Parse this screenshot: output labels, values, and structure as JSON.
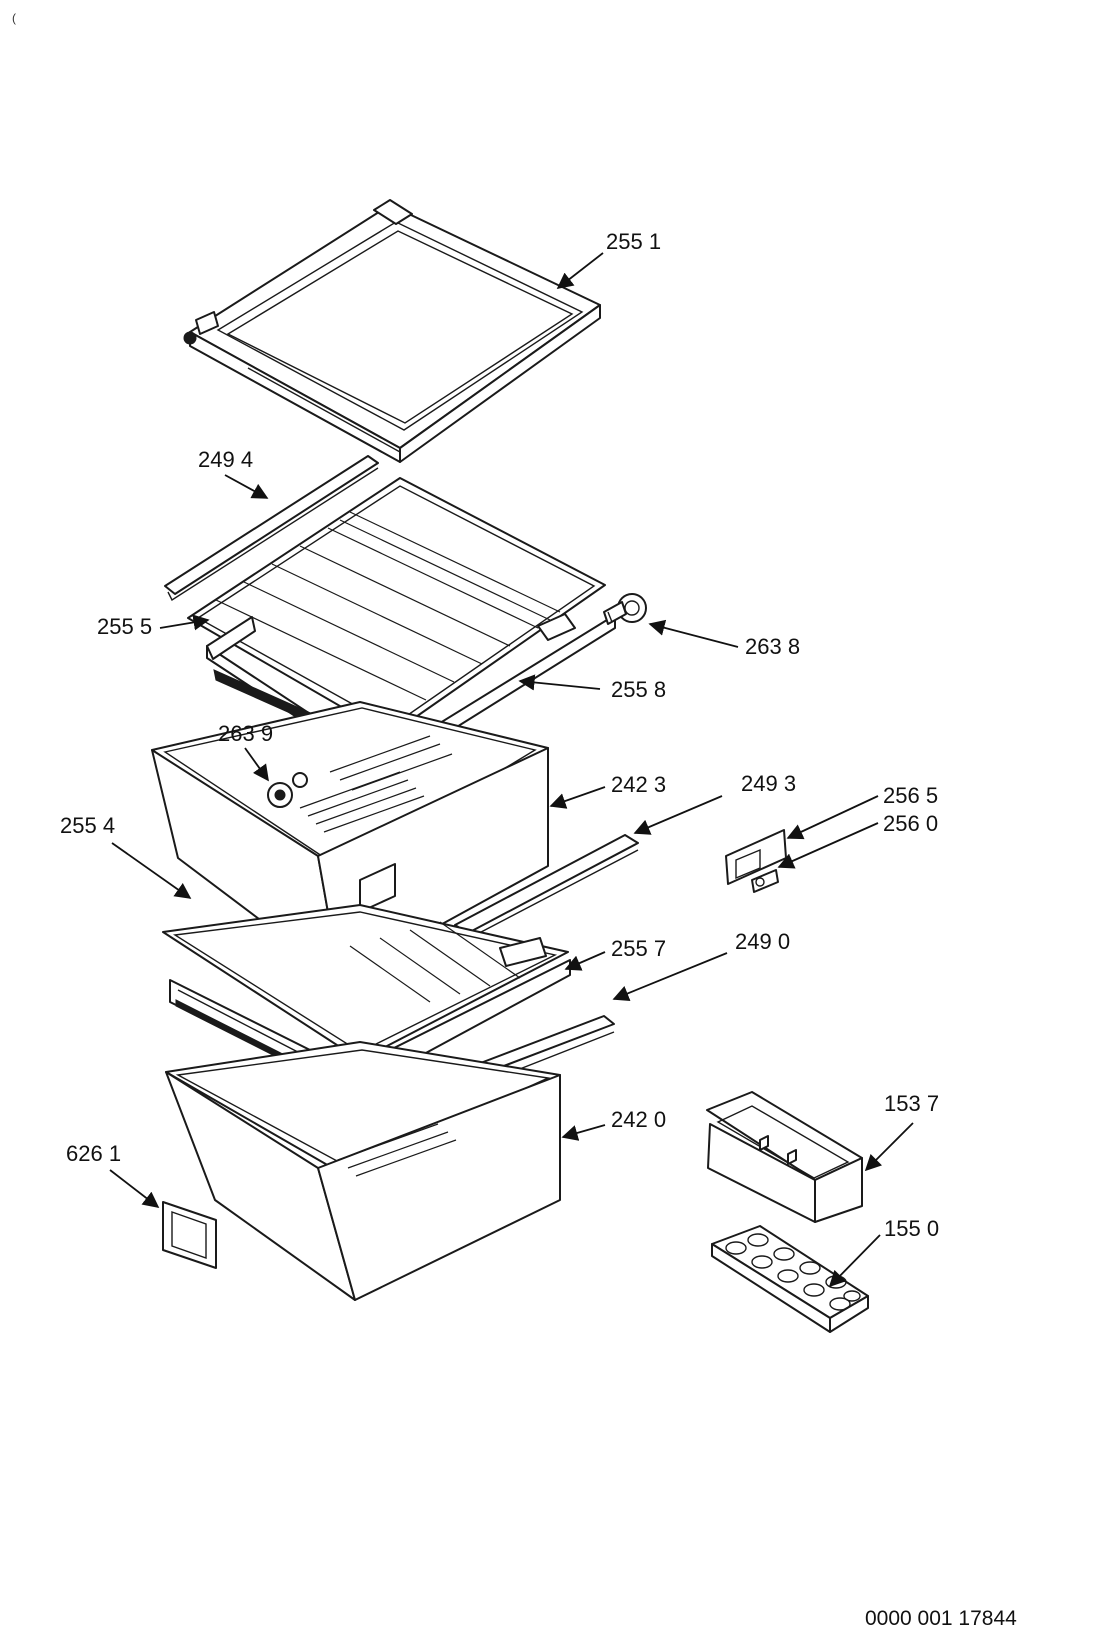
{
  "corner_mark": "(",
  "document_number": "0000 001 17844",
  "callouts": {
    "c2551": "255 1",
    "c2494": "249 4",
    "c2555": "255 5",
    "c2638": "263 8",
    "c2558": "255 8",
    "c2639": "263 9",
    "c2423": "242 3",
    "c2493": "249 3",
    "c2565": "256 5",
    "c2560": "256 0",
    "c2554": "255 4",
    "c2557": "255 7",
    "c2490": "249 0",
    "c1537": "153 7",
    "c2420": "242 0",
    "c6261": "626 1",
    "c1550": "155 0"
  }
}
